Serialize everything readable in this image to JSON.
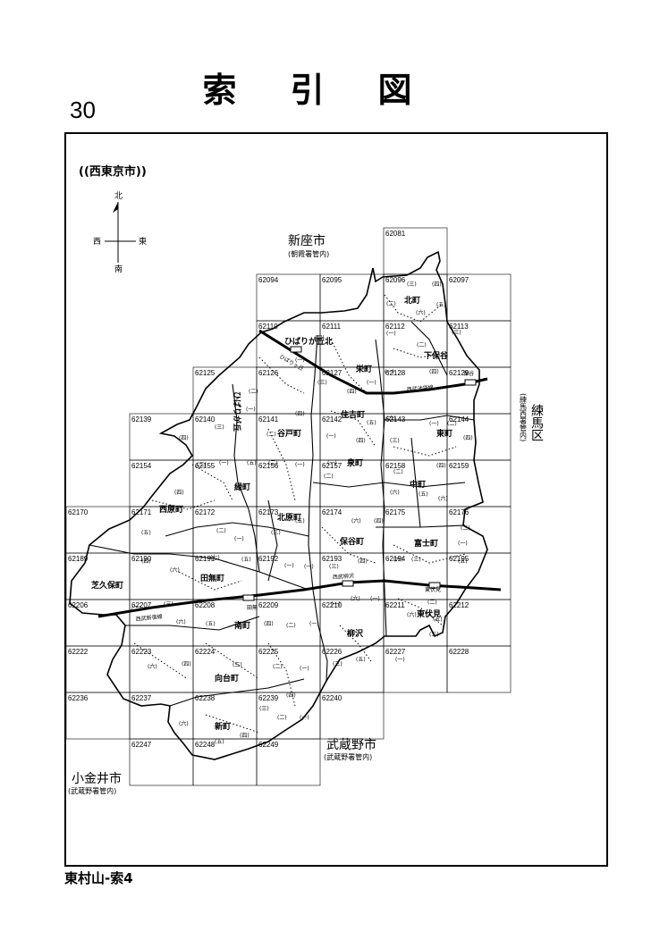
{
  "title": "索引図",
  "page_number": "30",
  "footer": "東村山-索4",
  "map_label": "((西東京市))",
  "compass": {
    "north": "北",
    "south": "南",
    "east": "東",
    "west": "西"
  },
  "cities": [
    {
      "name": "新座市",
      "sub": "(朝霞署管内)"
    },
    {
      "name": "練馬区",
      "sub": "(練馬西署管内)"
    },
    {
      "name": "武蔵野市",
      "sub": "(武蔵野署管内)"
    },
    {
      "name": "小金井市",
      "sub": "(武蔵野署管内)"
    }
  ],
  "grid_cells": [
    {
      "code": "62081",
      "col": 5,
      "row": 0
    },
    {
      "code": "62094",
      "col": 3,
      "row": 1
    },
    {
      "code": "62095",
      "col": 4,
      "row": 1
    },
    {
      "code": "62096",
      "col": 5,
      "row": 1
    },
    {
      "code": "62097",
      "col": 6,
      "row": 1
    },
    {
      "code": "62110",
      "col": 3,
      "row": 2
    },
    {
      "code": "62111",
      "col": 4,
      "row": 2
    },
    {
      "code": "62112",
      "col": 5,
      "row": 2
    },
    {
      "code": "62113",
      "col": 6,
      "row": 2
    },
    {
      "code": "62125",
      "col": 2,
      "row": 3
    },
    {
      "code": "62126",
      "col": 3,
      "row": 3
    },
    {
      "code": "62127",
      "col": 4,
      "row": 3
    },
    {
      "code": "62128",
      "col": 5,
      "row": 3
    },
    {
      "code": "62129",
      "col": 6,
      "row": 3
    },
    {
      "code": "62139",
      "col": 1,
      "row": 4
    },
    {
      "code": "62140",
      "col": 2,
      "row": 4
    },
    {
      "code": "62141",
      "col": 3,
      "row": 4
    },
    {
      "code": "62142",
      "col": 4,
      "row": 4
    },
    {
      "code": "62143",
      "col": 5,
      "row": 4
    },
    {
      "code": "62144",
      "col": 6,
      "row": 4
    },
    {
      "code": "62154",
      "col": 1,
      "row": 5
    },
    {
      "code": "62155",
      "col": 2,
      "row": 5
    },
    {
      "code": "62156",
      "col": 3,
      "row": 5
    },
    {
      "code": "62157",
      "col": 4,
      "row": 5
    },
    {
      "code": "62158",
      "col": 5,
      "row": 5
    },
    {
      "code": "62159",
      "col": 6,
      "row": 5
    },
    {
      "code": "62170",
      "col": 0,
      "row": 6
    },
    {
      "code": "62171",
      "col": 1,
      "row": 6
    },
    {
      "code": "62172",
      "col": 2,
      "row": 6
    },
    {
      "code": "62173",
      "col": 3,
      "row": 6
    },
    {
      "code": "62174",
      "col": 4,
      "row": 6
    },
    {
      "code": "62175",
      "col": 5,
      "row": 6
    },
    {
      "code": "62176",
      "col": 6,
      "row": 6
    },
    {
      "code": "62189",
      "col": 0,
      "row": 7
    },
    {
      "code": "62190",
      "col": 1,
      "row": 7
    },
    {
      "code": "62191",
      "col": 2,
      "row": 7
    },
    {
      "code": "62192",
      "col": 3,
      "row": 7
    },
    {
      "code": "62193",
      "col": 4,
      "row": 7
    },
    {
      "code": "62194",
      "col": 5,
      "row": 7
    },
    {
      "code": "62195",
      "col": 6,
      "row": 7
    },
    {
      "code": "62206",
      "col": 0,
      "row": 8
    },
    {
      "code": "62207",
      "col": 1,
      "row": 8
    },
    {
      "code": "62208",
      "col": 2,
      "row": 8
    },
    {
      "code": "62209",
      "col": 3,
      "row": 8
    },
    {
      "code": "62210",
      "col": 4,
      "row": 8
    },
    {
      "code": "62211",
      "col": 5,
      "row": 8
    },
    {
      "code": "62212",
      "col": 6,
      "row": 8
    },
    {
      "code": "62222",
      "col": 0,
      "row": 9
    },
    {
      "code": "62223",
      "col": 1,
      "row": 9
    },
    {
      "code": "62224",
      "col": 2,
      "row": 9
    },
    {
      "code": "62225",
      "col": 3,
      "row": 9
    },
    {
      "code": "62226",
      "col": 4,
      "row": 9
    },
    {
      "code": "62227",
      "col": 5,
      "row": 9
    },
    {
      "code": "62228",
      "col": 6,
      "row": 9
    },
    {
      "code": "62236",
      "col": 0,
      "row": 10
    },
    {
      "code": "62237",
      "col": 1,
      "row": 10
    },
    {
      "code": "62238",
      "col": 2,
      "row": 10
    },
    {
      "code": "62239",
      "col": 3,
      "row": 10
    },
    {
      "code": "62240",
      "col": 4,
      "row": 10
    },
    {
      "code": "62247",
      "col": 1,
      "row": 11
    },
    {
      "code": "62248",
      "col": 2,
      "row": 11
    },
    {
      "code": "62249",
      "col": 3,
      "row": 11
    }
  ],
  "towns": [
    {
      "name": "北町"
    },
    {
      "name": "ひばりが丘北"
    },
    {
      "name": "下保谷"
    },
    {
      "name": "栄町"
    },
    {
      "name": "ひばりが丘"
    },
    {
      "name": "住吉町"
    },
    {
      "name": "東町"
    },
    {
      "name": "谷戸町"
    },
    {
      "name": "泉町"
    },
    {
      "name": "緑町"
    },
    {
      "name": "中町"
    },
    {
      "name": "西原町"
    },
    {
      "name": "北原町"
    },
    {
      "name": "保谷町"
    },
    {
      "name": "富士町"
    },
    {
      "name": "田無町"
    },
    {
      "name": "芝久保町"
    },
    {
      "name": "南町"
    },
    {
      "name": "東伏見"
    },
    {
      "name": "柳沢"
    },
    {
      "name": "向台町"
    },
    {
      "name": "新町"
    }
  ],
  "rail_labels": [
    {
      "name": "西武池袋線"
    },
    {
      "name": "保谷"
    },
    {
      "name": "ひばりヶ丘"
    },
    {
      "name": "西武柳沢"
    },
    {
      "name": "東伏見"
    },
    {
      "name": "西武新宿線"
    },
    {
      "name": "田無"
    }
  ],
  "chome_marks": [
    "(一)",
    "(二)",
    "(三)",
    "(四)",
    "(五)",
    "(六)",
    "(七)"
  ]
}
